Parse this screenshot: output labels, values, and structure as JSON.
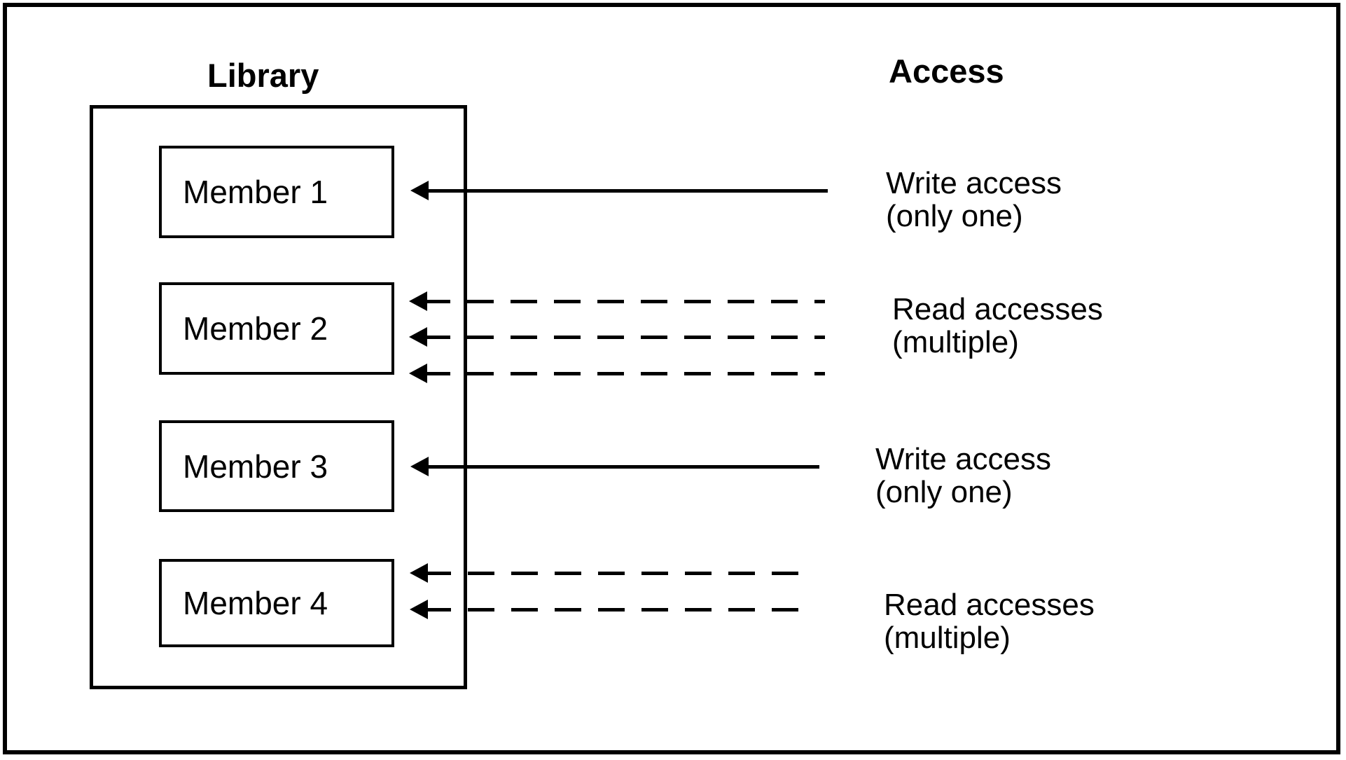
{
  "diagram": {
    "library_title": "Library",
    "access_title": "Access",
    "members": [
      {
        "label": "Member 1"
      },
      {
        "label": "Member 2"
      },
      {
        "label": "Member 3"
      },
      {
        "label": "Member 4"
      }
    ],
    "access_labels": [
      {
        "line1": "Write access",
        "line2": "(only one)",
        "arrow_style": "solid",
        "arrow_count": 1,
        "target": "Member 1"
      },
      {
        "line1": "Read accesses",
        "line2": "(multiple)",
        "arrow_style": "dashed",
        "arrow_count": 3,
        "target": "Member 2"
      },
      {
        "line1": "Write access",
        "line2": "(only one)",
        "arrow_style": "solid",
        "arrow_count": 1,
        "target": "Member 3"
      },
      {
        "line1": "Read accesses",
        "line2": "(multiple)",
        "arrow_style": "dashed",
        "arrow_count": 2,
        "target": "Member 4"
      }
    ],
    "colors": {
      "line": "#000000",
      "text": "#000000",
      "background": "#ffffff"
    }
  }
}
